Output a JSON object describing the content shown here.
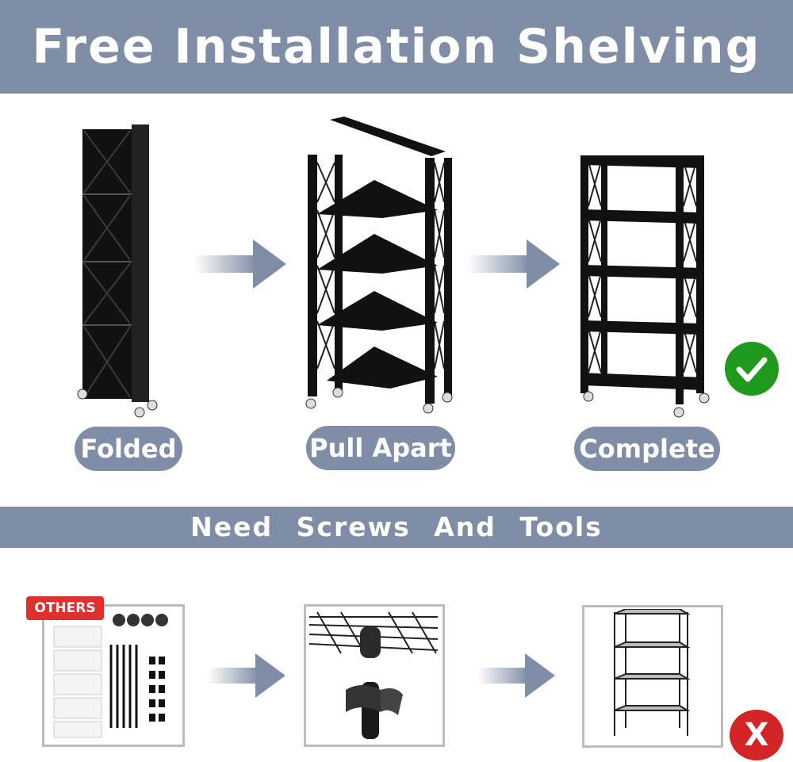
{
  "header": {
    "title": "Free Installation Shelving"
  },
  "steps": [
    {
      "label": "Folded"
    },
    {
      "label": "Pull Apart"
    },
    {
      "label": "Complete"
    }
  ],
  "section2": {
    "title": "Need Screws And Tools"
  },
  "kit": {
    "tag": "OTHERS"
  },
  "result_bad": {
    "mark": "X"
  },
  "colors": {
    "banner": "#7f8ea6",
    "check": "#1f9a1f",
    "cross": "#d32525",
    "tag": "#e0302e"
  },
  "icons": [
    "check-icon",
    "x-icon",
    "arrow-right-icon"
  ]
}
